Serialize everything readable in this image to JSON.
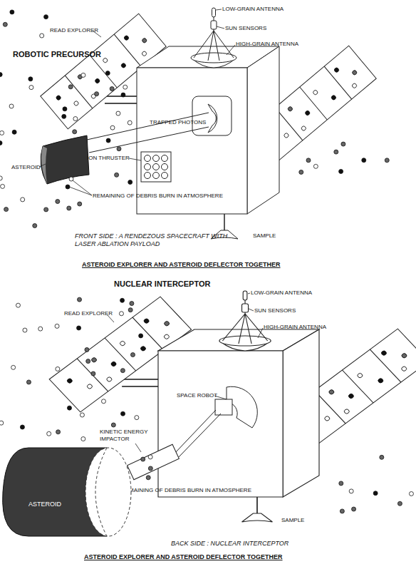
{
  "diagram": {
    "nodes": [
      {
        "text": [
          "ASTEROID"
        ]
      }
    ],
    "labels": [
      "LOW-GRAIN ANTENNA",
      "SUN SENSORS",
      "READ EXPLORER",
      "HIGH-GRAIN ANTENNA",
      "ROBOTIC PRECURSOR",
      "TRAPPED PHOTONS",
      "ASTEROID",
      "ION THRUSTER",
      "REMAINING OF DEBRIS BURN IN ATMOSPHERE",
      "FRONT SIDE : A RENDEZOUS SPACECRAFT WITH LASER ABLATION PAYLOAD",
      "SAMPLE",
      "ASTEROID EXPLORER AND ASTEROID DEFLECTOR TOGETHER",
      "NUCLEAR INTERCEPTOR",
      "LOW-GRAIN ANTENNA",
      "SUN SENSORS",
      "READ EXPLORER",
      "HIGH-GRAIN ANTENNA",
      "SPACE ROBOT",
      "KINETIC ENERGY IMPACTOR",
      "REMAINING OF DEBRIS BURN IN ATMOSPHERE",
      "SAMPLE",
      "BACK SIDE : NUCLEAR INTERCEPTOR",
      "ASTEROID EXPLORER AND ASTEROID DEFLECTOR TOGETHER"
    ]
  }
}
